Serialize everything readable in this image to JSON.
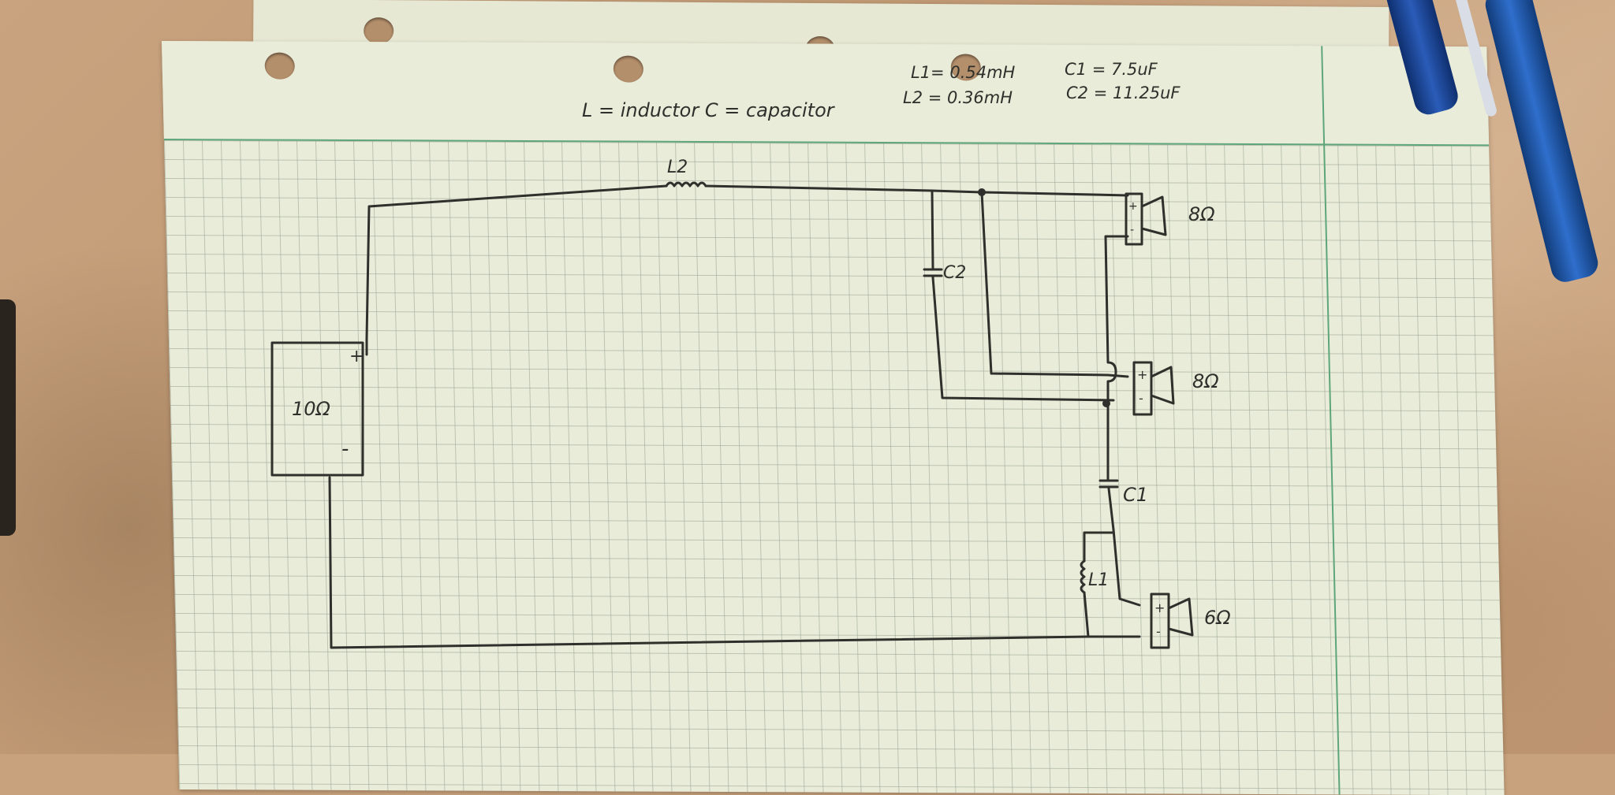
{
  "header_notes": {
    "legend": "L = inductor  C = capacitor",
    "l1_value": "L1= 0.54mH",
    "c1_value": "C1 = 7.5uF",
    "l2_value": "L2 = 0.36mH",
    "c2_value": "C2 = 11.25uF"
  },
  "components": {
    "source_label": "10Ω",
    "source_plus": "+",
    "source_minus": "-",
    "l2_label": "L2",
    "c2_label": "C2",
    "c1_label": "C1",
    "l1_label": "L1"
  },
  "speakers": [
    {
      "label": "8Ω",
      "plus": "+",
      "minus": "-"
    },
    {
      "label": "8Ω",
      "plus": "+",
      "minus": "-"
    },
    {
      "label": "6Ω",
      "plus": "+",
      "minus": "-"
    }
  ],
  "colors": {
    "ink": "#2f302c",
    "paper": "#e9ecd9",
    "grid": "#96a091",
    "margin_green": "#5ea67a",
    "desk": "#c8a27c",
    "pen_blue": "#1f4e99"
  }
}
